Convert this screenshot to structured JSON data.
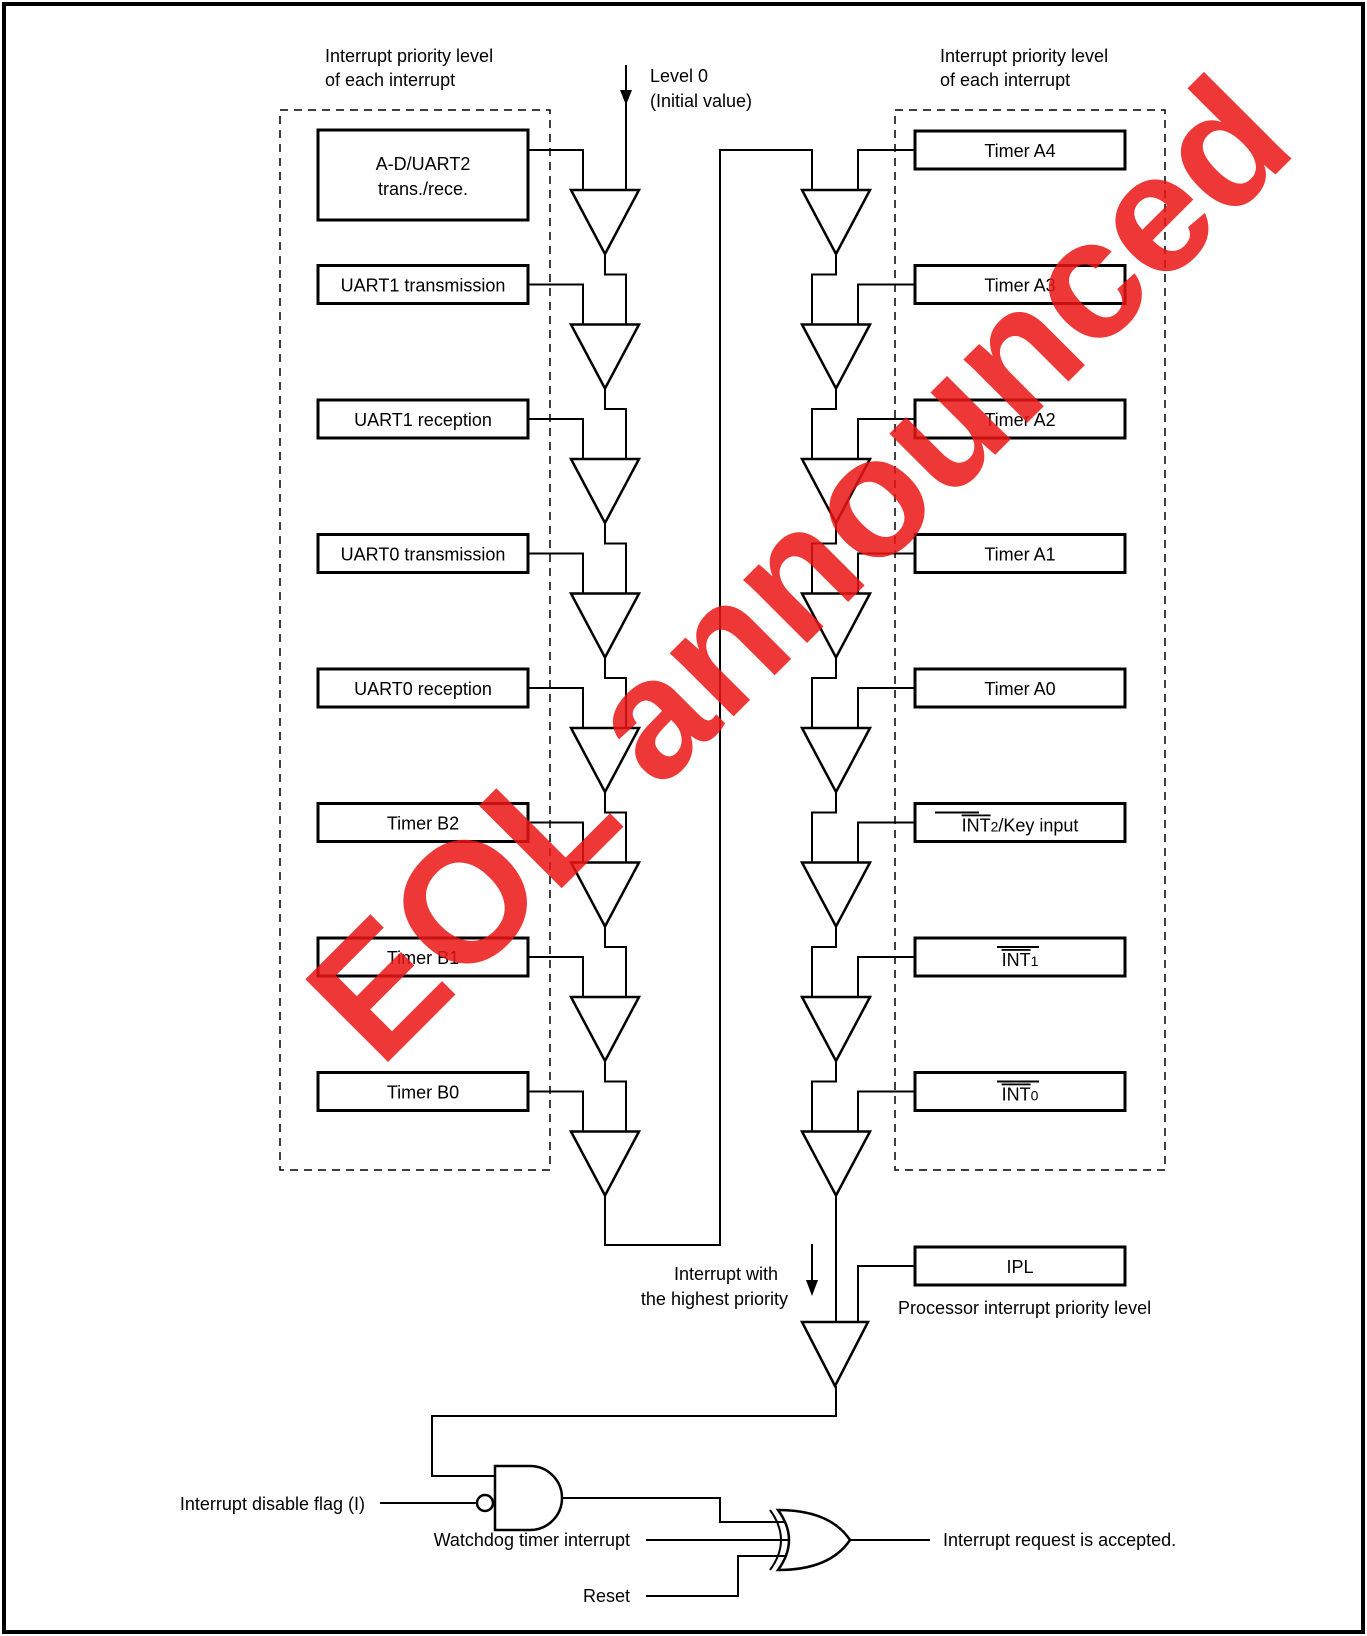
{
  "header": {
    "left_caption_line1": "Interrupt priority level",
    "left_caption_line2": "of each interrupt",
    "right_caption_line1": "Interrupt priority level",
    "right_caption_line2": "of each interrupt",
    "level0_line1": "Level 0",
    "level0_line2": "(Initial value)"
  },
  "left_sources": [
    {
      "line1": "A-D/UART2",
      "line2": "trans./rece."
    },
    {
      "label": "UART1 transmission"
    },
    {
      "label": "UART1 reception"
    },
    {
      "label": "UART0 transmission"
    },
    {
      "label": "UART0 reception"
    },
    {
      "label": "Timer B2"
    },
    {
      "label": "Timer B1"
    },
    {
      "label": "Timer B0"
    }
  ],
  "right_sources": [
    {
      "label": "Timer A4"
    },
    {
      "label": "Timer A3"
    },
    {
      "label": "Timer A2"
    },
    {
      "label": "Timer A1"
    },
    {
      "label": "Timer A0"
    },
    {
      "main": "INT",
      "sub": "2",
      "suffix": "/Key input"
    },
    {
      "main": "INT",
      "sub": "1",
      "suffix": ""
    },
    {
      "main": "INT",
      "sub": "0",
      "suffix": ""
    }
  ],
  "bottom": {
    "highest_line1": "Interrupt with",
    "highest_line2": "the highest priority",
    "ipl_label": "IPL",
    "ipl_caption": "Processor interrupt priority level",
    "disable_flag": "Interrupt disable flag (I)",
    "watchdog": "Watchdog timer interrupt",
    "reset": "Reset",
    "accepted": "Interrupt request is accepted."
  },
  "watermark": "EOL announced",
  "colors": {
    "watermark": "#eb1414",
    "line": "#000000"
  }
}
